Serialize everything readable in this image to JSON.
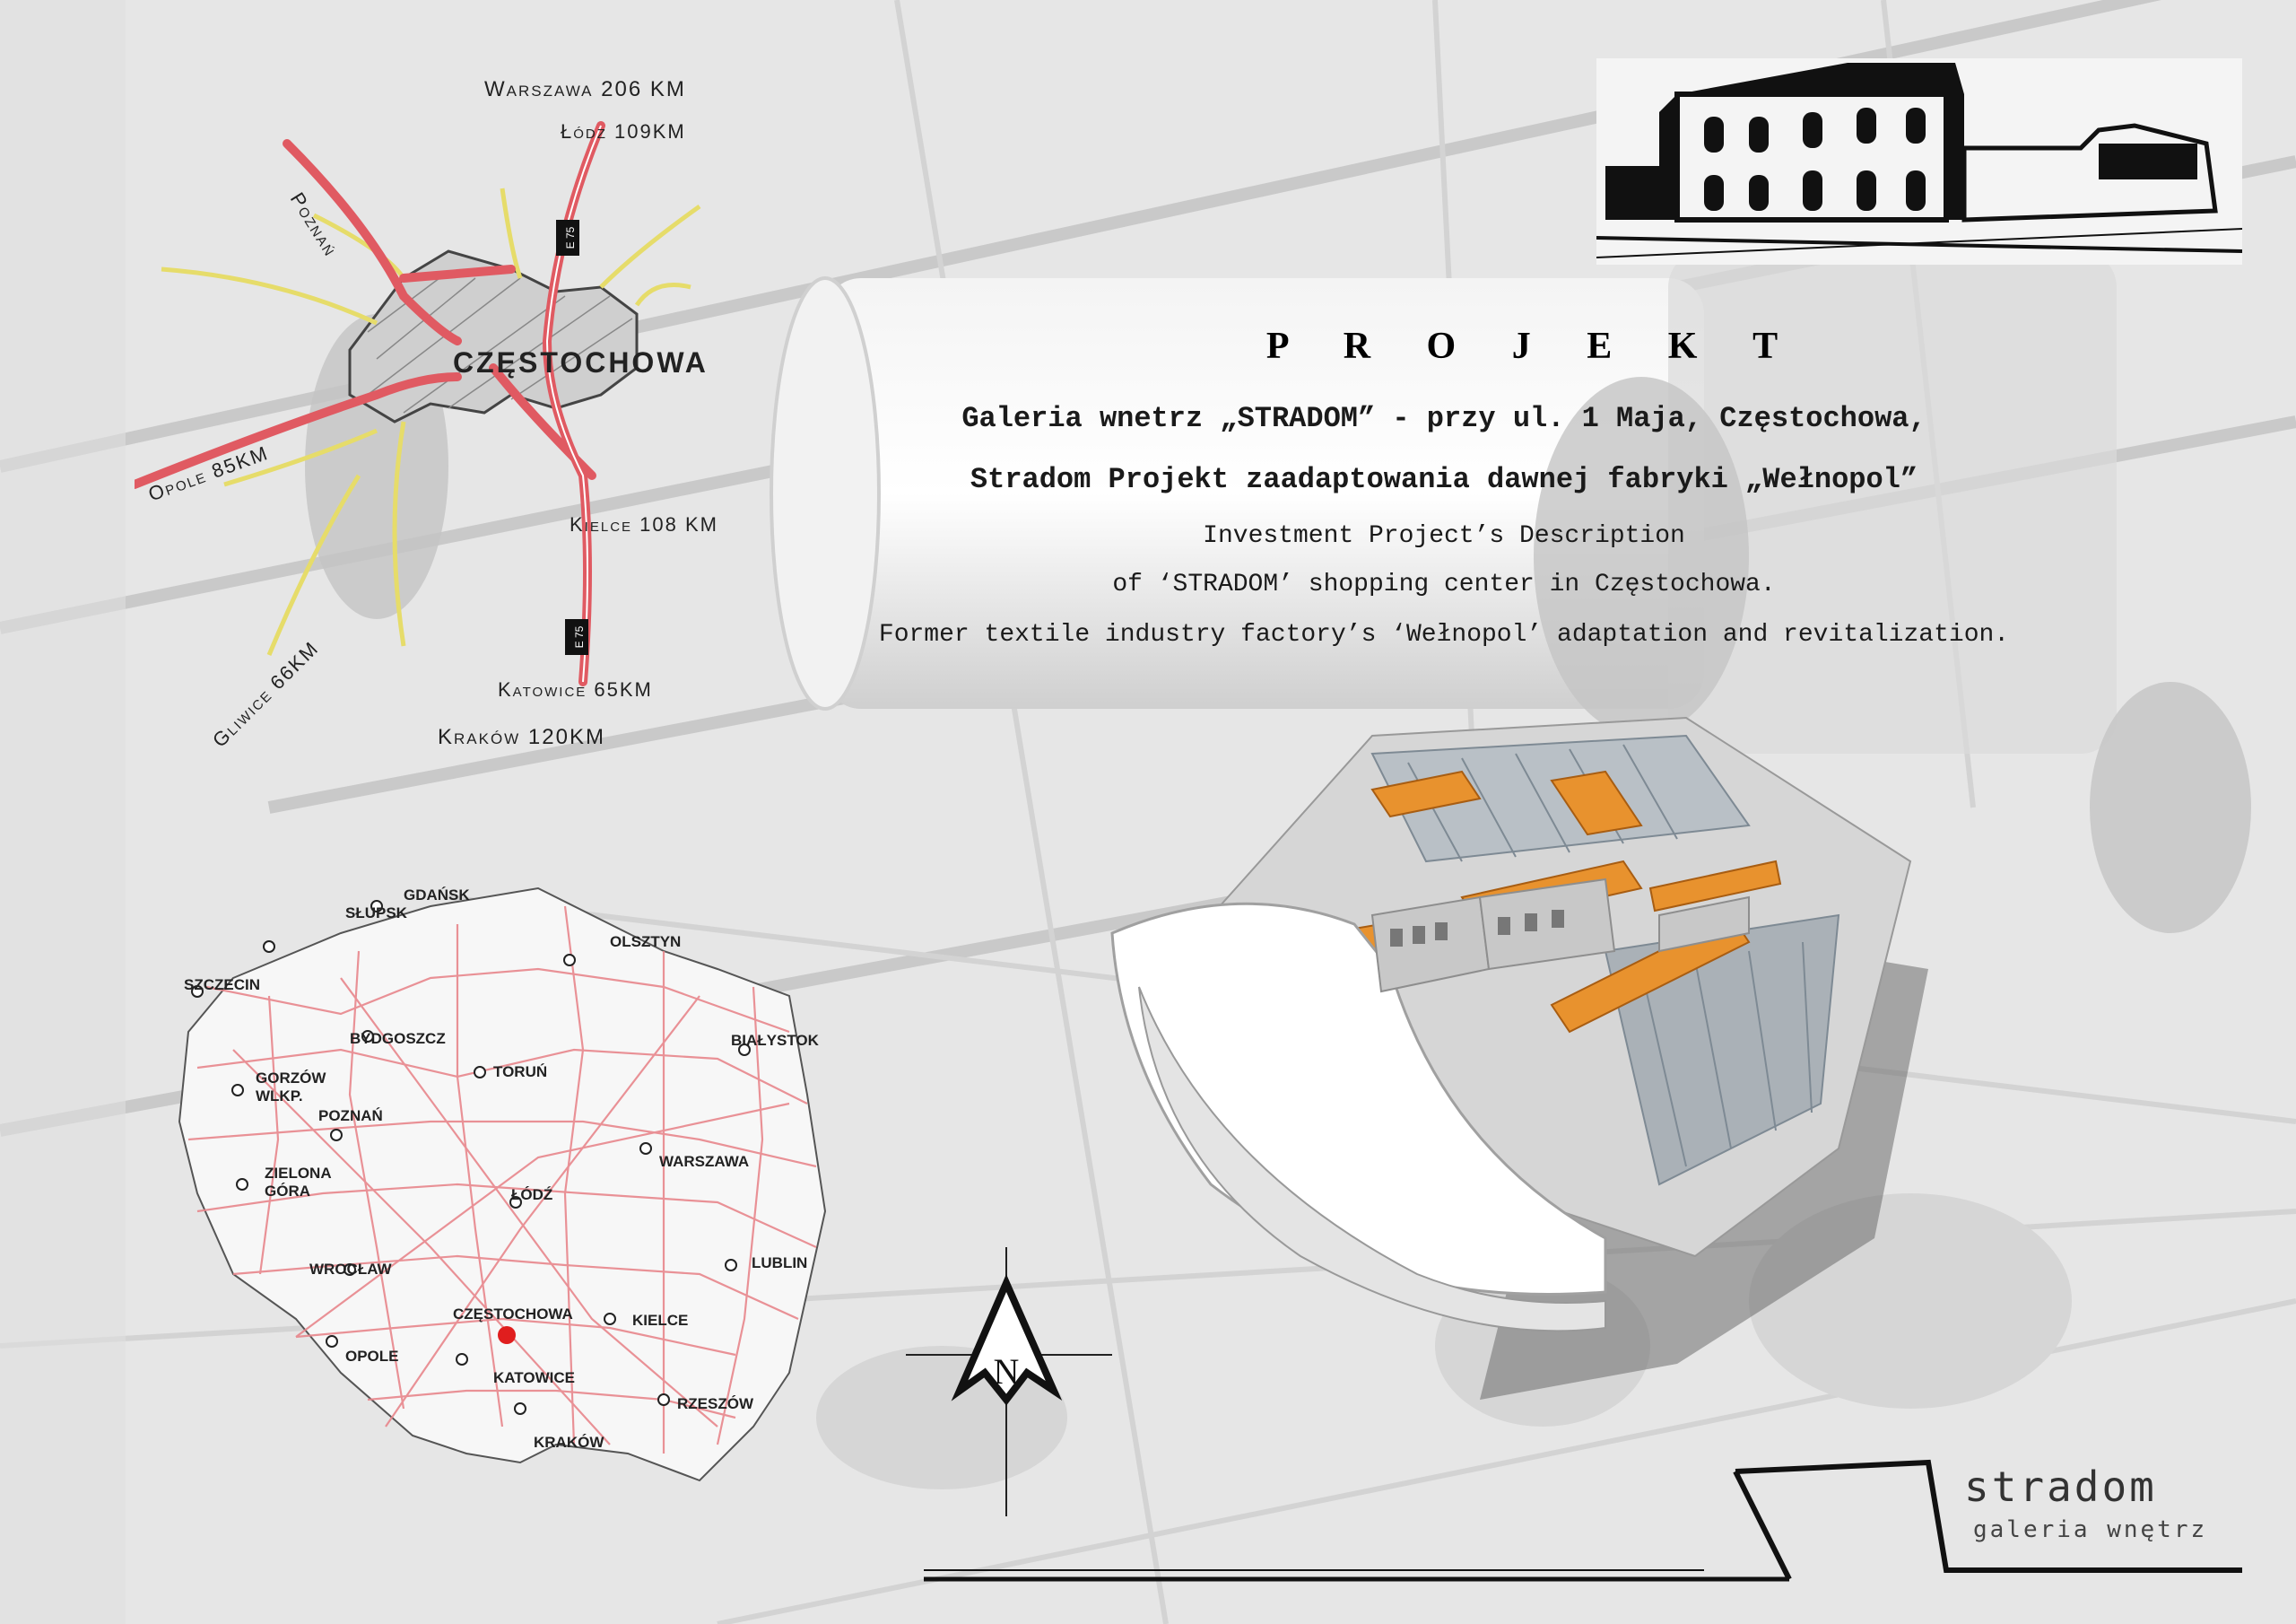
{
  "header": {
    "title": "P R O J E K T",
    "line1": "Galeria wnetrz „STRADOM” - przy ul. 1 Maja, Częstochowa,",
    "line2": "Stradom Projekt zaadaptowania dawnej fabryki „Wełnopol”",
    "line3": "Investment Project’s Description",
    "line4": "of ‘STRADOM’ shopping center in Częstochowa.",
    "line5": "Former textile industry factory’s ‘Wełnopol’ adaptation and revitalization."
  },
  "regional_map": {
    "city": "CZĘSTOCHOWA",
    "roads": {
      "warszawa": "Warszawa  206 KM",
      "lodz": "Łódz 109KM",
      "poznan": "Poznań",
      "opole": "Opole 85KM",
      "kielce": "Kielce 108 KM",
      "gliwice": "Gliwice 66KM",
      "katowice": "Katowice 65KM",
      "krakow": "Kraków 120KM"
    },
    "shield": "E 75"
  },
  "poland_map": {
    "cities": [
      "GDAŃSK",
      "SŁUPSK",
      "SZCZECIN",
      "OLSZTYN",
      "BYDGOSZCZ",
      "TORUŃ",
      "BIAŁYSTOK",
      "GORZÓW WLKP.",
      "POZNAŃ",
      "WARSZAWA",
      "ZIELONA GÓRA",
      "ŁÓDŹ",
      "LUBLIN",
      "WROCŁAW",
      "CZĘSTOCHOWA",
      "KIELCE",
      "OPOLE",
      "KATOWICE",
      "RZESZÓW",
      "KRAKÓW"
    ],
    "highlight_color": "#e01e1e"
  },
  "compass": {
    "letter": "N"
  },
  "brand": {
    "name": "stradom",
    "subtitle": "galeria wnętrz"
  },
  "colors": {
    "road": "#e0505a",
    "accent_orange": "#e8922e",
    "ink": "#111111"
  }
}
